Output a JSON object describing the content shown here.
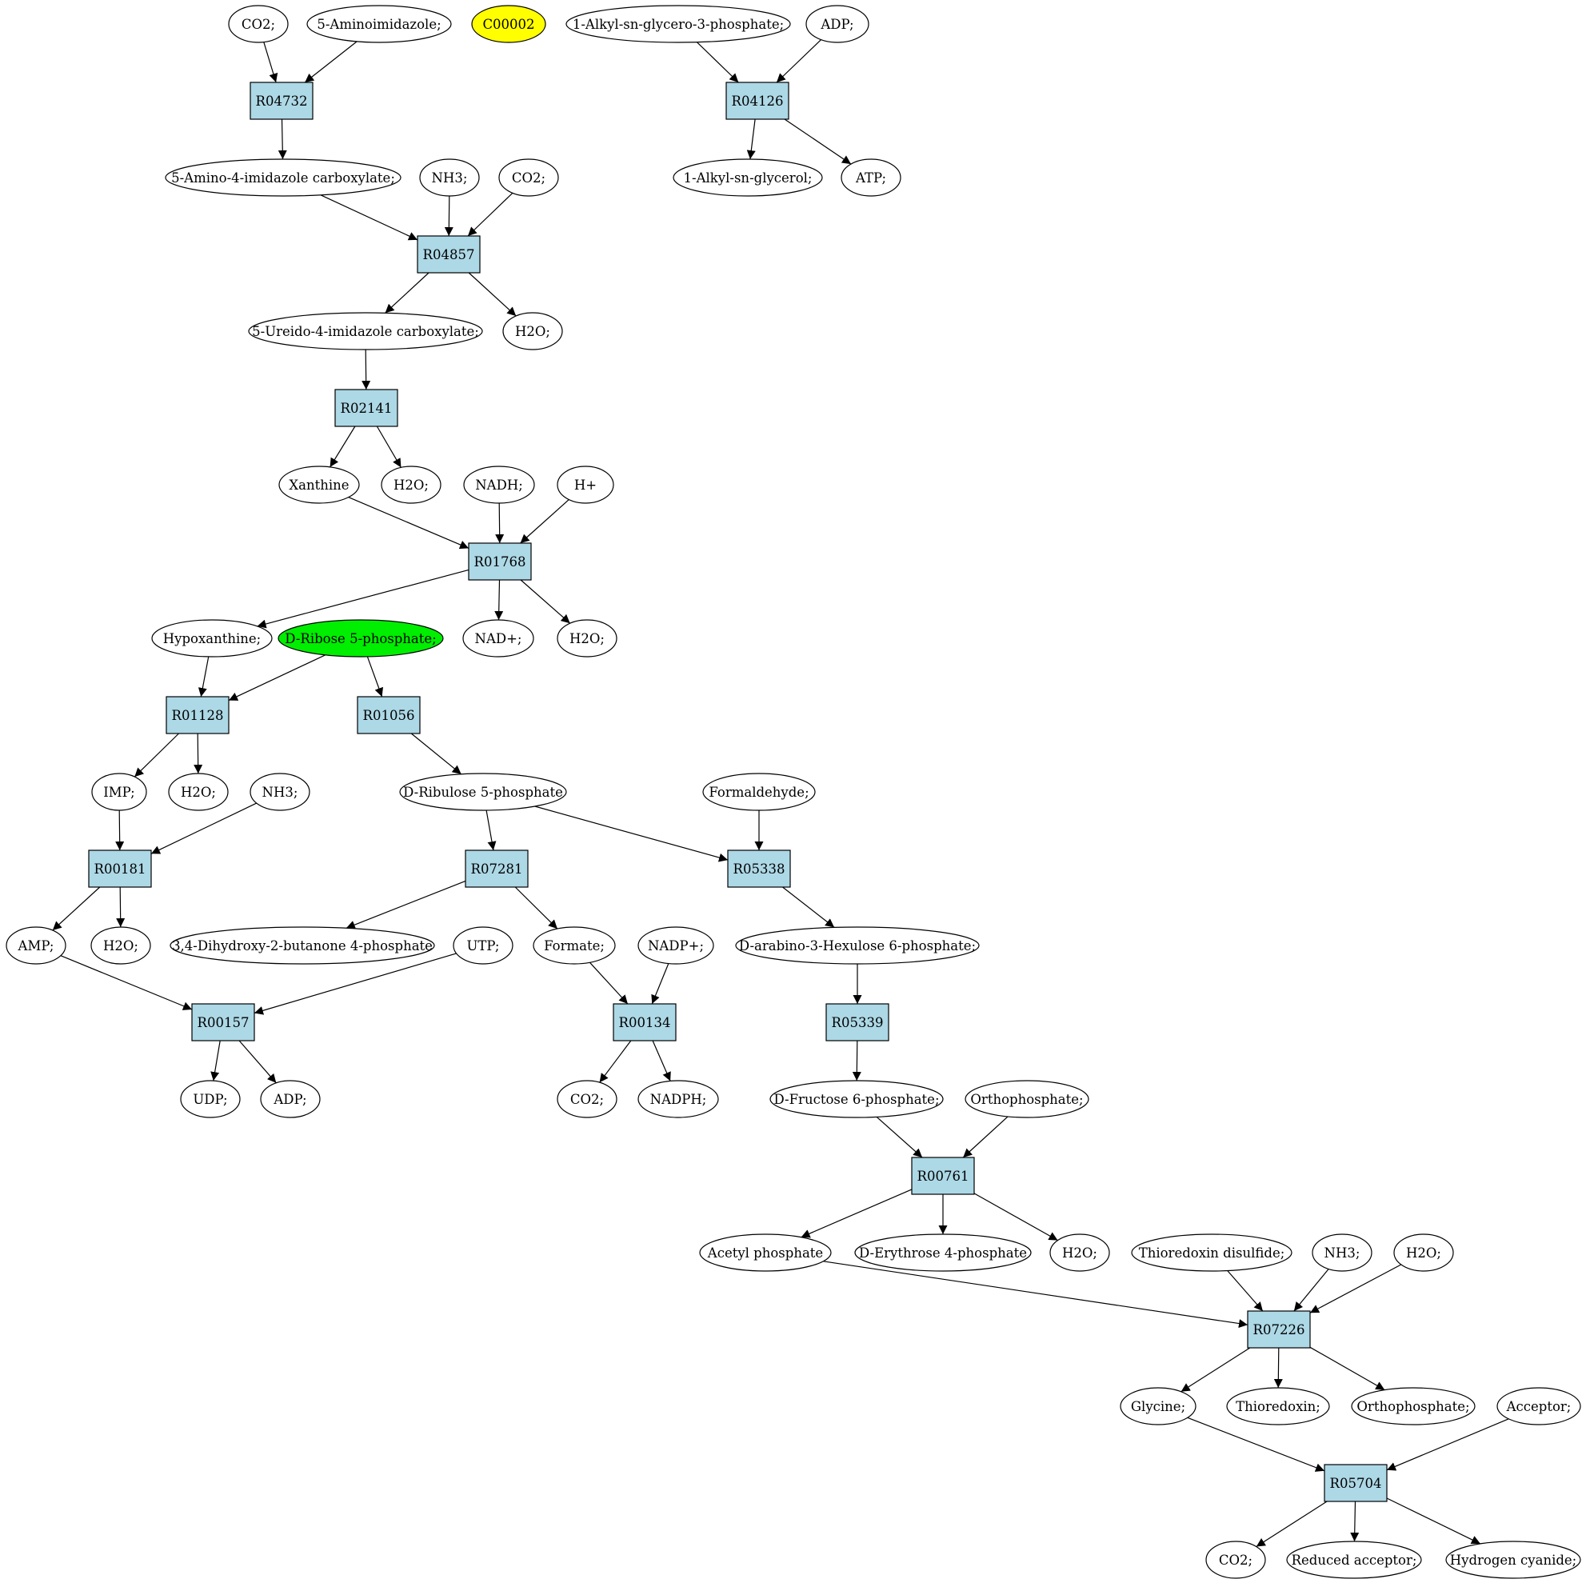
{
  "colors": {
    "reaction_fill": "#add8e6",
    "compound_fill": "#ffffff",
    "highlight_yellow": "#ffff00",
    "highlight_green": "#00ee00",
    "stroke": "#000000"
  },
  "nodes": [
    {
      "id": "c_co2_1",
      "label": "CO2;",
      "kind": "compound"
    },
    {
      "id": "c_aminoimidazole",
      "label": "5-Aminoimidazole;",
      "kind": "compound"
    },
    {
      "id": "c_c00002",
      "label": "C00002",
      "kind": "compound",
      "fill": "highlight_yellow"
    },
    {
      "id": "c_alkylglycerophosphate",
      "label": "1-Alkyl-sn-glycero-3-phosphate;",
      "kind": "compound"
    },
    {
      "id": "c_adp_1",
      "label": "ADP;",
      "kind": "compound"
    },
    {
      "id": "r_R04732",
      "label": "R04732",
      "kind": "reaction"
    },
    {
      "id": "r_R04126",
      "label": "R04126",
      "kind": "reaction"
    },
    {
      "id": "c_aminoimidazolecarboxylate",
      "label": "5-Amino-4-imidazole carboxylate;",
      "kind": "compound"
    },
    {
      "id": "c_nh3_1",
      "label": "NH3;",
      "kind": "compound"
    },
    {
      "id": "c_co2_2",
      "label": "CO2;",
      "kind": "compound"
    },
    {
      "id": "c_alkylglycerol",
      "label": "1-Alkyl-sn-glycerol;",
      "kind": "compound"
    },
    {
      "id": "c_atp",
      "label": "ATP;",
      "kind": "compound"
    },
    {
      "id": "r_R04857",
      "label": "R04857",
      "kind": "reaction"
    },
    {
      "id": "c_ureidoimidazolecarboxylate",
      "label": "5-Ureido-4-imidazole carboxylate;",
      "kind": "compound"
    },
    {
      "id": "c_h2o_1",
      "label": "H2O;",
      "kind": "compound"
    },
    {
      "id": "r_R02141",
      "label": "R02141",
      "kind": "reaction"
    },
    {
      "id": "c_xanthine",
      "label": "Xanthine",
      "kind": "compound"
    },
    {
      "id": "c_h2o_2",
      "label": "H2O;",
      "kind": "compound"
    },
    {
      "id": "c_nadh",
      "label": "NADH;",
      "kind": "compound"
    },
    {
      "id": "c_hplus",
      "label": "H+",
      "kind": "compound"
    },
    {
      "id": "r_R01768",
      "label": "R01768",
      "kind": "reaction"
    },
    {
      "id": "c_hypoxanthine",
      "label": "Hypoxanthine;",
      "kind": "compound"
    },
    {
      "id": "c_ribose5p",
      "label": "D-Ribose 5-phosphate;",
      "kind": "compound",
      "fill": "highlight_green"
    },
    {
      "id": "c_nadplus",
      "label": "NAD+;",
      "kind": "compound"
    },
    {
      "id": "c_h2o_3",
      "label": "H2O;",
      "kind": "compound"
    },
    {
      "id": "r_R01128",
      "label": "R01128",
      "kind": "reaction"
    },
    {
      "id": "r_R01056",
      "label": "R01056",
      "kind": "reaction"
    },
    {
      "id": "c_imp",
      "label": "IMP;",
      "kind": "compound"
    },
    {
      "id": "c_h2o_4",
      "label": "H2O;",
      "kind": "compound"
    },
    {
      "id": "c_nh3_2",
      "label": "NH3;",
      "kind": "compound"
    },
    {
      "id": "c_ribulose5p",
      "label": "D-Ribulose 5-phosphate",
      "kind": "compound"
    },
    {
      "id": "c_formaldehyde",
      "label": "Formaldehyde;",
      "kind": "compound"
    },
    {
      "id": "r_R00181",
      "label": "R00181",
      "kind": "reaction"
    },
    {
      "id": "r_R07281",
      "label": "R07281",
      "kind": "reaction"
    },
    {
      "id": "r_R05338",
      "label": "R05338",
      "kind": "reaction"
    },
    {
      "id": "c_amp",
      "label": "AMP;",
      "kind": "compound"
    },
    {
      "id": "c_h2o_5",
      "label": "H2O;",
      "kind": "compound"
    },
    {
      "id": "c_dihydroxybutanone",
      "label": "3,4-Dihydroxy-2-butanone 4-phosphate",
      "kind": "compound"
    },
    {
      "id": "c_utp",
      "label": "UTP;",
      "kind": "compound"
    },
    {
      "id": "c_formate",
      "label": "Formate;",
      "kind": "compound"
    },
    {
      "id": "c_nadpplus",
      "label": "NADP+;",
      "kind": "compound"
    },
    {
      "id": "c_hexulose6p",
      "label": "D-arabino-3-Hexulose 6-phosphate;",
      "kind": "compound"
    },
    {
      "id": "r_R00157",
      "label": "R00157",
      "kind": "reaction"
    },
    {
      "id": "r_R00134",
      "label": "R00134",
      "kind": "reaction"
    },
    {
      "id": "r_R05339",
      "label": "R05339",
      "kind": "reaction"
    },
    {
      "id": "c_udp",
      "label": "UDP;",
      "kind": "compound"
    },
    {
      "id": "c_adp_2",
      "label": "ADP;",
      "kind": "compound"
    },
    {
      "id": "c_co2_3",
      "label": "CO2;",
      "kind": "compound"
    },
    {
      "id": "c_nadph",
      "label": "NADPH;",
      "kind": "compound"
    },
    {
      "id": "c_fructose6p",
      "label": "D-Fructose 6-phosphate;",
      "kind": "compound"
    },
    {
      "id": "c_orthophosphate_1",
      "label": "Orthophosphate;",
      "kind": "compound"
    },
    {
      "id": "r_R00761",
      "label": "R00761",
      "kind": "reaction"
    },
    {
      "id": "c_acetylphosphate",
      "label": "Acetyl phosphate",
      "kind": "compound"
    },
    {
      "id": "c_erythrose4p",
      "label": "D-Erythrose 4-phosphate",
      "kind": "compound"
    },
    {
      "id": "c_h2o_6",
      "label": "H2O;",
      "kind": "compound"
    },
    {
      "id": "c_thioredoxindisulfide",
      "label": "Thioredoxin disulfide;",
      "kind": "compound"
    },
    {
      "id": "c_nh3_3",
      "label": "NH3;",
      "kind": "compound"
    },
    {
      "id": "c_h2o_7",
      "label": "H2O;",
      "kind": "compound"
    },
    {
      "id": "r_R07226",
      "label": "R07226",
      "kind": "reaction"
    },
    {
      "id": "c_glycine",
      "label": "Glycine;",
      "kind": "compound"
    },
    {
      "id": "c_thioredoxin",
      "label": "Thioredoxin;",
      "kind": "compound"
    },
    {
      "id": "c_orthophosphate_2",
      "label": "Orthophosphate;",
      "kind": "compound"
    },
    {
      "id": "c_acceptor",
      "label": "Acceptor;",
      "kind": "compound"
    },
    {
      "id": "r_R05704",
      "label": "R05704",
      "kind": "reaction"
    },
    {
      "id": "c_co2_4",
      "label": "CO2;",
      "kind": "compound"
    },
    {
      "id": "c_reducedacceptor",
      "label": "Reduced acceptor;",
      "kind": "compound"
    },
    {
      "id": "c_hydrogencyanide",
      "label": "Hydrogen cyanide;",
      "kind": "compound"
    }
  ],
  "edges": [
    [
      "c_co2_1",
      "r_R04732"
    ],
    [
      "c_aminoimidazole",
      "r_R04732"
    ],
    [
      "r_R04732",
      "c_aminoimidazolecarboxylate"
    ],
    [
      "c_alkylglycerophosphate",
      "r_R04126"
    ],
    [
      "c_adp_1",
      "r_R04126"
    ],
    [
      "r_R04126",
      "c_alkylglycerol"
    ],
    [
      "r_R04126",
      "c_atp"
    ],
    [
      "c_aminoimidazolecarboxylate",
      "r_R04857"
    ],
    [
      "c_nh3_1",
      "r_R04857"
    ],
    [
      "c_co2_2",
      "r_R04857"
    ],
    [
      "r_R04857",
      "c_ureidoimidazolecarboxylate"
    ],
    [
      "r_R04857",
      "c_h2o_1"
    ],
    [
      "c_ureidoimidazolecarboxylate",
      "r_R02141"
    ],
    [
      "r_R02141",
      "c_xanthine"
    ],
    [
      "r_R02141",
      "c_h2o_2"
    ],
    [
      "c_xanthine",
      "r_R01768"
    ],
    [
      "c_nadh",
      "r_R01768"
    ],
    [
      "c_hplus",
      "r_R01768"
    ],
    [
      "r_R01768",
      "c_hypoxanthine"
    ],
    [
      "r_R01768",
      "c_nadplus"
    ],
    [
      "r_R01768",
      "c_h2o_3"
    ],
    [
      "c_hypoxanthine",
      "r_R01128"
    ],
    [
      "c_ribose5p",
      "r_R01128"
    ],
    [
      "c_ribose5p",
      "r_R01056"
    ],
    [
      "r_R01128",
      "c_imp"
    ],
    [
      "r_R01128",
      "c_h2o_4"
    ],
    [
      "r_R01056",
      "c_ribulose5p"
    ],
    [
      "c_imp",
      "r_R00181"
    ],
    [
      "c_nh3_2",
      "r_R00181"
    ],
    [
      "c_ribulose5p",
      "r_R07281"
    ],
    [
      "c_ribulose5p",
      "r_R05338"
    ],
    [
      "c_formaldehyde",
      "r_R05338"
    ],
    [
      "r_R00181",
      "c_amp"
    ],
    [
      "r_R00181",
      "c_h2o_5"
    ],
    [
      "r_R07281",
      "c_dihydroxybutanone"
    ],
    [
      "r_R07281",
      "c_formate"
    ],
    [
      "r_R05338",
      "c_hexulose6p"
    ],
    [
      "c_amp",
      "r_R00157"
    ],
    [
      "c_utp",
      "r_R00157"
    ],
    [
      "c_formate",
      "r_R00134"
    ],
    [
      "c_nadpplus",
      "r_R00134"
    ],
    [
      "c_hexulose6p",
      "r_R05339"
    ],
    [
      "r_R00157",
      "c_udp"
    ],
    [
      "r_R00157",
      "c_adp_2"
    ],
    [
      "r_R00134",
      "c_co2_3"
    ],
    [
      "r_R00134",
      "c_nadph"
    ],
    [
      "r_R05339",
      "c_fructose6p"
    ],
    [
      "c_fructose6p",
      "r_R00761"
    ],
    [
      "c_orthophosphate_1",
      "r_R00761"
    ],
    [
      "r_R00761",
      "c_acetylphosphate"
    ],
    [
      "r_R00761",
      "c_erythrose4p"
    ],
    [
      "r_R00761",
      "c_h2o_6"
    ],
    [
      "c_acetylphosphate",
      "r_R07226"
    ],
    [
      "c_thioredoxindisulfide",
      "r_R07226"
    ],
    [
      "c_nh3_3",
      "r_R07226"
    ],
    [
      "c_h2o_7",
      "r_R07226"
    ],
    [
      "r_R07226",
      "c_glycine"
    ],
    [
      "r_R07226",
      "c_thioredoxin"
    ],
    [
      "r_R07226",
      "c_orthophosphate_2"
    ],
    [
      "c_glycine",
      "r_R05704"
    ],
    [
      "c_acceptor",
      "r_R05704"
    ],
    [
      "r_R05704",
      "c_co2_4"
    ],
    [
      "r_R05704",
      "c_reducedacceptor"
    ],
    [
      "r_R05704",
      "c_hydrogencyanide"
    ]
  ]
}
